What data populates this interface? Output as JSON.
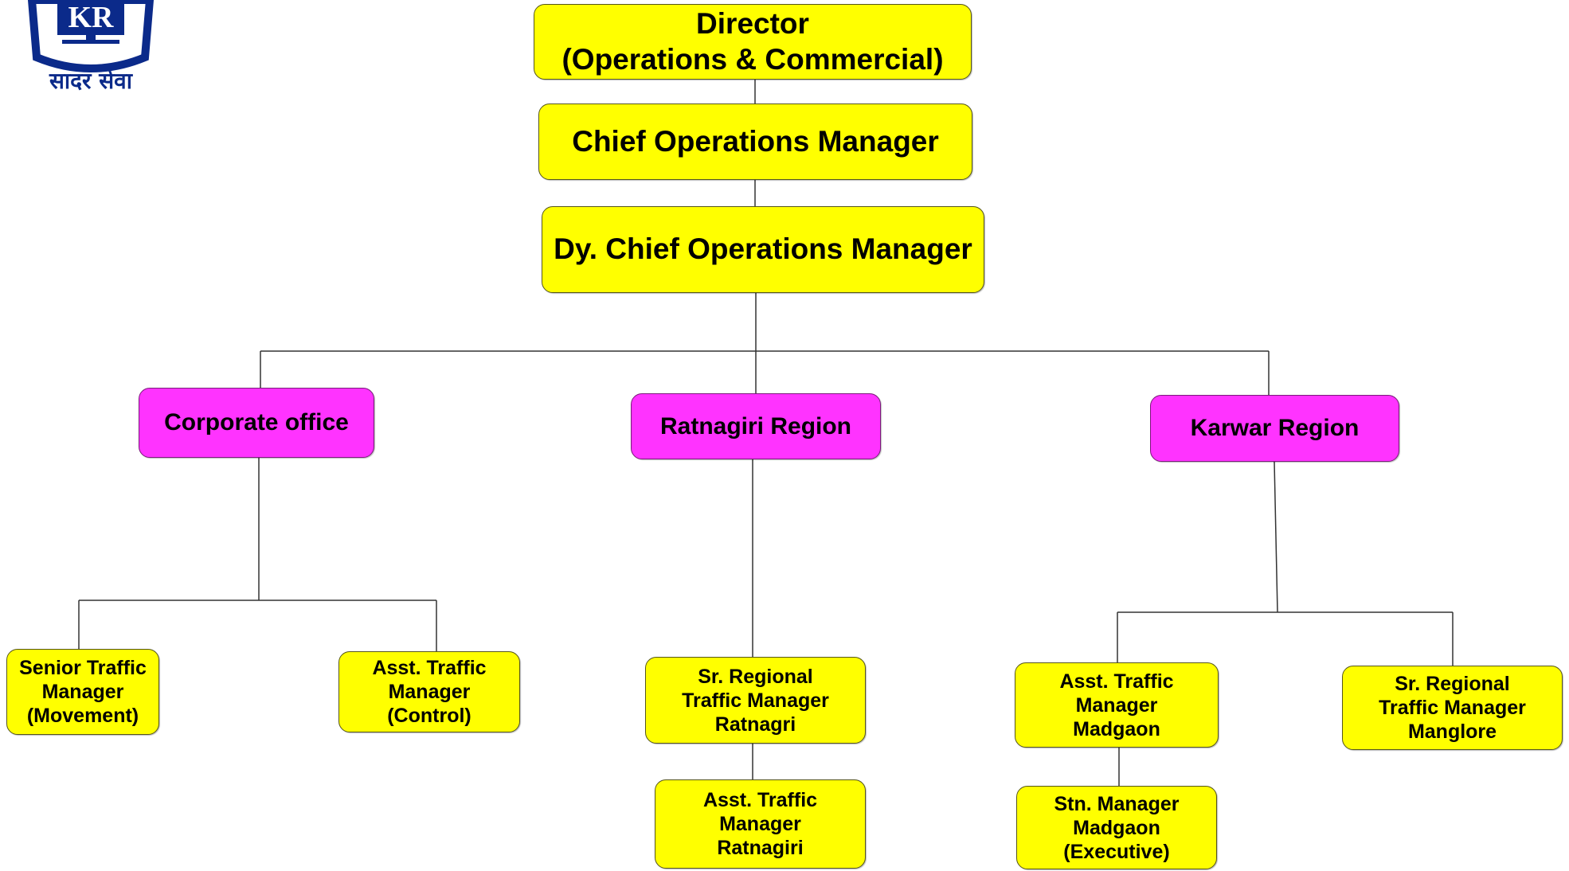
{
  "logo": {
    "icon": "konkan-railway-logo-icon",
    "emblem_letters": "KR",
    "tagline": "सादर सेवा",
    "color": "#0b2a8a"
  },
  "org": {
    "director": "Director\n(Operations & Commercial)",
    "com": "Chief Operations Manager",
    "dycom": "Dy. Chief Operations Manager",
    "regions": {
      "corporate": "Corporate office",
      "ratnagiri": "Ratnagiri Region",
      "karwar": "Karwar Region"
    },
    "staff": {
      "stm_movement": "Senior Traffic\nManager\n(Movement)",
      "atm_control": "Asst. Traffic\nManager\n(Control)",
      "srtm_ratnagri": "Sr. Regional\nTraffic Manager\nRatnagri",
      "atm_ratnagiri": "Asst. Traffic\nManager\nRatnagiri",
      "atm_madgaon": "Asst. Traffic\nManager\nMadgaon",
      "stn_madgaon": "Stn. Manager\nMadgaon\n(Executive)",
      "srtm_manglore": "Sr. Regional\nTraffic Manager\nManglore"
    }
  },
  "colors": {
    "level_box": "#ffff00",
    "region_box": "#ff33ff",
    "connector": "#333333"
  }
}
